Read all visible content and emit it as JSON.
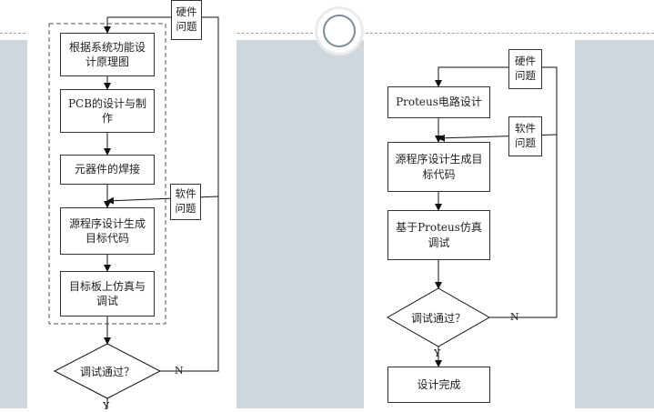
{
  "slide": {
    "left_flow": {
      "steps": [
        "根据系统功能设计原理图",
        "PCB的设计与制作",
        "元器件的焊接",
        "源程序设计生成目标代码",
        "目标板上仿真与调试"
      ],
      "decision": "调试通过？",
      "no_label": "N",
      "yes_label": "Y",
      "feedback_hw": "硬件问题",
      "feedback_sw": "软件问题"
    },
    "right_flow": {
      "steps": [
        "Proteus电路设计",
        "源程序设计生成目标代码",
        "基于Proteus仿真调试"
      ],
      "decision": "调试通过？",
      "no_label": "N",
      "yes_label": "Y",
      "end": "设计完成",
      "feedback_hw": "硬件问题",
      "feedback_sw": "软件问题"
    }
  }
}
